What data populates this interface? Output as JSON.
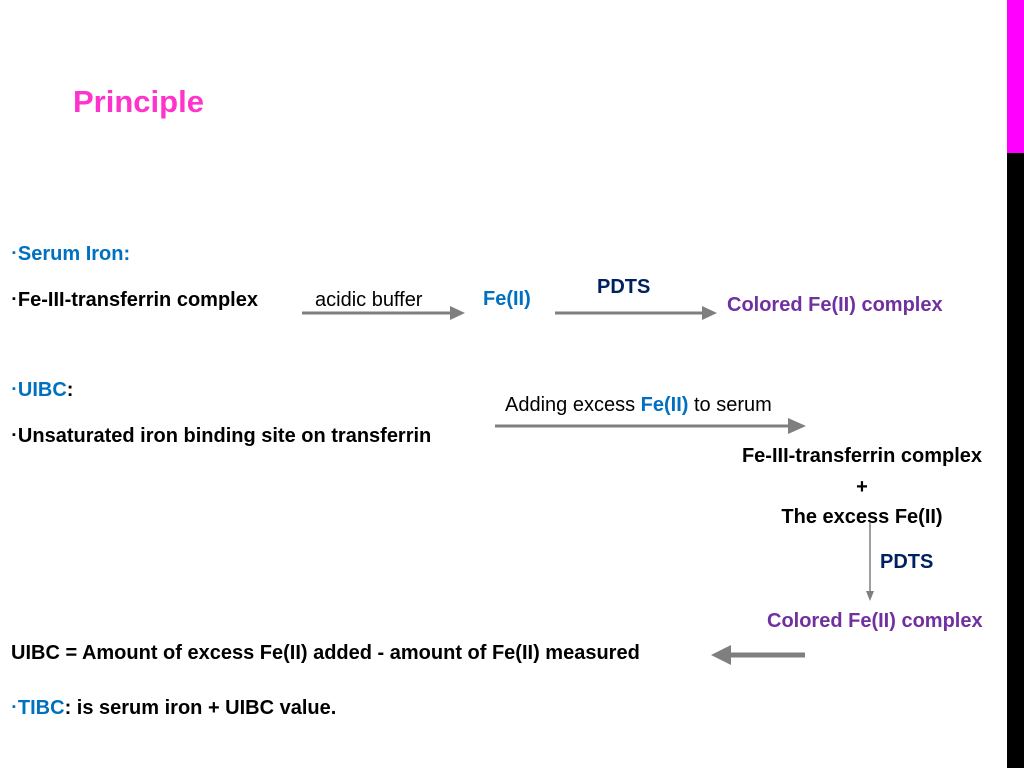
{
  "slide": {
    "title": "Principle",
    "colors": {
      "title": "#ff33cc",
      "accent": "#0070c0",
      "product": "#7030a0",
      "reagent": "#002060"
    },
    "serum_iron": {
      "bullet": "▪",
      "heading": "Serum Iron:",
      "substrate": "Fe-III-transferrin complex",
      "step1_label": "acidic buffer",
      "intermediate": "Fe(II)",
      "step2_label": "PDTS",
      "product": "Colored Fe(II) complex"
    },
    "uibc": {
      "bullet": "▪",
      "heading": "UIBC",
      "heading_colon": ":",
      "substrate": "Unsaturated iron binding site on transferrin",
      "step1_label_pre": "Adding excess ",
      "step1_label_em": "Fe(II)",
      "step1_label_post": " to serum",
      "mix_line1": "Fe-III-transferrin complex",
      "mix_plus": "+",
      "mix_line2": "The excess Fe(II)",
      "step2_label": "PDTS",
      "product": "Colored Fe(II) complex",
      "equation": "UIBC = Amount of excess Fe(II) added - amount of Fe(II) measured"
    },
    "tibc": {
      "bullet": "▪",
      "heading": "TIBC",
      "definition": ": is serum iron + UIBC value."
    }
  }
}
